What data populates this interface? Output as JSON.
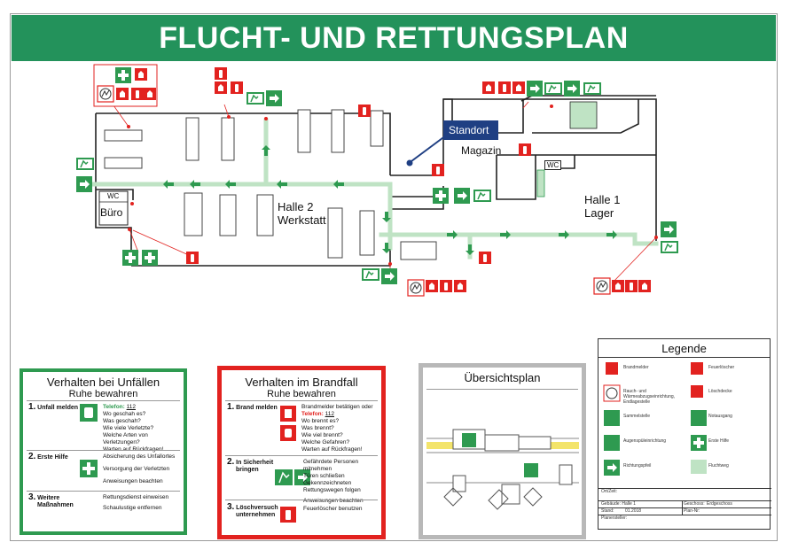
{
  "title": "FLUCHT- UND RETTUNGSPLAN",
  "plan": {
    "standort": "Standort",
    "magazin": "Magazin",
    "wc1": "WC",
    "wc2": "WC",
    "buero": "Büro",
    "halle2": "Halle 2",
    "werkstatt": "Werkstatt",
    "halle1": "Halle 1",
    "lager": "Lager"
  },
  "unfall": {
    "title": "Verhalten bei Unfällen",
    "subtitle": "Ruhe bewahren",
    "s1_num": "1.",
    "s1_label": "Unfall melden",
    "s1_tel_label": "Telefon:",
    "s1_tel": "112",
    "s1_l1": "Wo geschah es?",
    "s1_l2": "Was geschah?",
    "s1_l3": "Wie viele Verletzte?",
    "s1_l4": "Welche Arten von Verletzungen?",
    "s1_l5": "Warten auf Rückfragen!",
    "s2_num": "2.",
    "s2_label": "Erste Hilfe",
    "s2_l1": "Absicherung des Unfallortes",
    "s2_l2": "Versorgung der Verletzten",
    "s2_l3": "Anweisungen beachten",
    "s3_num": "3.",
    "s3_label1": "Weitere",
    "s3_label2": "Maßnahmen",
    "s3_l1": "Rettungsdienst einweisen",
    "s3_l2": "Schaulustige entfernen"
  },
  "brand": {
    "title": "Verhalten im Brandfall",
    "subtitle": "Ruhe bewahren",
    "s1_num": "1.",
    "s1_label": "Brand melden",
    "s1_l0": "Brandmelder betätigen oder",
    "s1_tel_label": "Telefon:",
    "s1_tel": "112",
    "s1_l1": "Wo brennt es?",
    "s1_l2": "Was brennt?",
    "s1_l3": "Wie viel brennt?",
    "s1_l4": "Welche Gefahren?",
    "s1_l5": "Warten auf Rückfragen!",
    "s2_num": "2.",
    "s2_label1": "In Sicherheit",
    "s2_label2": "bringen",
    "s2_l1": "Gefährdete Personen mitnehmen",
    "s2_l2": "Türen schließen",
    "s2_l3": "Gekennzeichneten",
    "s2_l4": "Rettungswegen folgen",
    "s2_l5": "Anweisungen beachten",
    "s3_num": "3.",
    "s3_label1": "Löschversuch",
    "s3_label2": "unternehmen",
    "s3_l1": "Feuerlöscher benutzen"
  },
  "overview": {
    "title": "Übersichtsplan"
  },
  "legend": {
    "title": "Legende",
    "items": [
      "Brandmelder",
      "Feuerlöscher",
      "Rauch- und Wärmeabzugseinrichtung, Endlagestelle",
      "Löschdecke",
      "Sammelstelle",
      "Notausgang",
      "Augenspüleinrichtung",
      "Erste Hilfe",
      "Richtungspfeil",
      "Fluchtweg"
    ],
    "city": "Ort/Zeit:",
    "gebaeude_label": "Gebäude:",
    "gebaeude": "Halle 1",
    "geschoss_label": "Geschoss:",
    "geschoss": "Erdgeschoss",
    "stand_label": "Stand:",
    "stand": "01.2018",
    "plan_label": "Plan-Nr:",
    "ersteller": "Planersteller:"
  },
  "colors": {
    "green": "#23925b",
    "safety_green": "#2e9a50",
    "red": "#e2221f",
    "route": "#bfe3c4",
    "navy": "#1f3f83"
  }
}
